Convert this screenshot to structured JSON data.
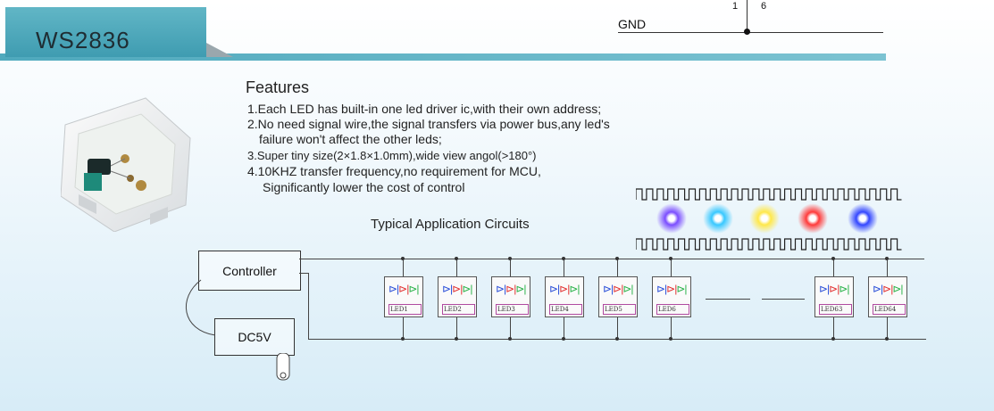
{
  "header": {
    "title": "WS2836",
    "gnd_label": "GND",
    "pin_left": "1",
    "pin_right": "6"
  },
  "features": {
    "heading": "Features",
    "lines": [
      "1.Each LED has built-in one led driver ic,with their own address;",
      "2.No need signal wire,the signal transfers via power bus,any led's",
      "failure won't affect the other leds;",
      "3.Super tiny size(2×1.8×1.0mm),wide view angol(>180°)",
      "4.10KHZ transfer frequency,no requirement for MCU,",
      "Significantly lower the cost of control"
    ]
  },
  "circuit": {
    "title": "Typical Application Circuits",
    "controller_label": "Controller",
    "power_label": "DC5V",
    "leds": [
      "LED1",
      "LED2",
      "LED3",
      "LED4",
      "LED5",
      "LED6",
      "LED63",
      "LED64"
    ]
  },
  "colors": {
    "accent": "#4fa9bd",
    "glow": [
      "#7b4dff",
      "#38c8ff",
      "#ffe84a",
      "#ff3b3b",
      "#3346ff"
    ]
  }
}
